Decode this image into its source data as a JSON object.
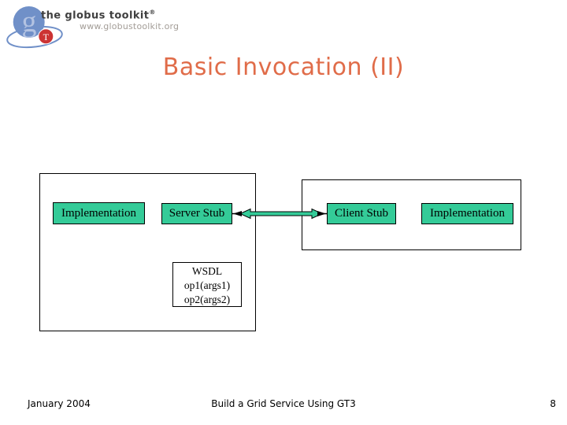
{
  "logo": {
    "brand": "the globus toolkit",
    "registered": "®",
    "url": "www.globustoolkit.org",
    "mark_g": "g",
    "mark_t": "T",
    "globe_color": "#7090c8",
    "g_color": "#b3c3e2",
    "t_circle_color": "#cc3333"
  },
  "slide": {
    "title": "Basic Invocation (II)",
    "title_color": "#e06c49",
    "background": "#ffffff"
  },
  "diagram": {
    "box_fill": "#34cb98",
    "box_border": "#000000",
    "server_implementation": "Implementation",
    "server_stub": "Server Stub",
    "client_stub": "Client Stub",
    "client_implementation": "Implementation",
    "wsdl": {
      "title": "WSDL",
      "op1": "op1(args1)",
      "op2": "op2(args2)"
    }
  },
  "footer": {
    "date": "January 2004",
    "title": "Build a Grid Service Using GT3",
    "page": "8"
  }
}
